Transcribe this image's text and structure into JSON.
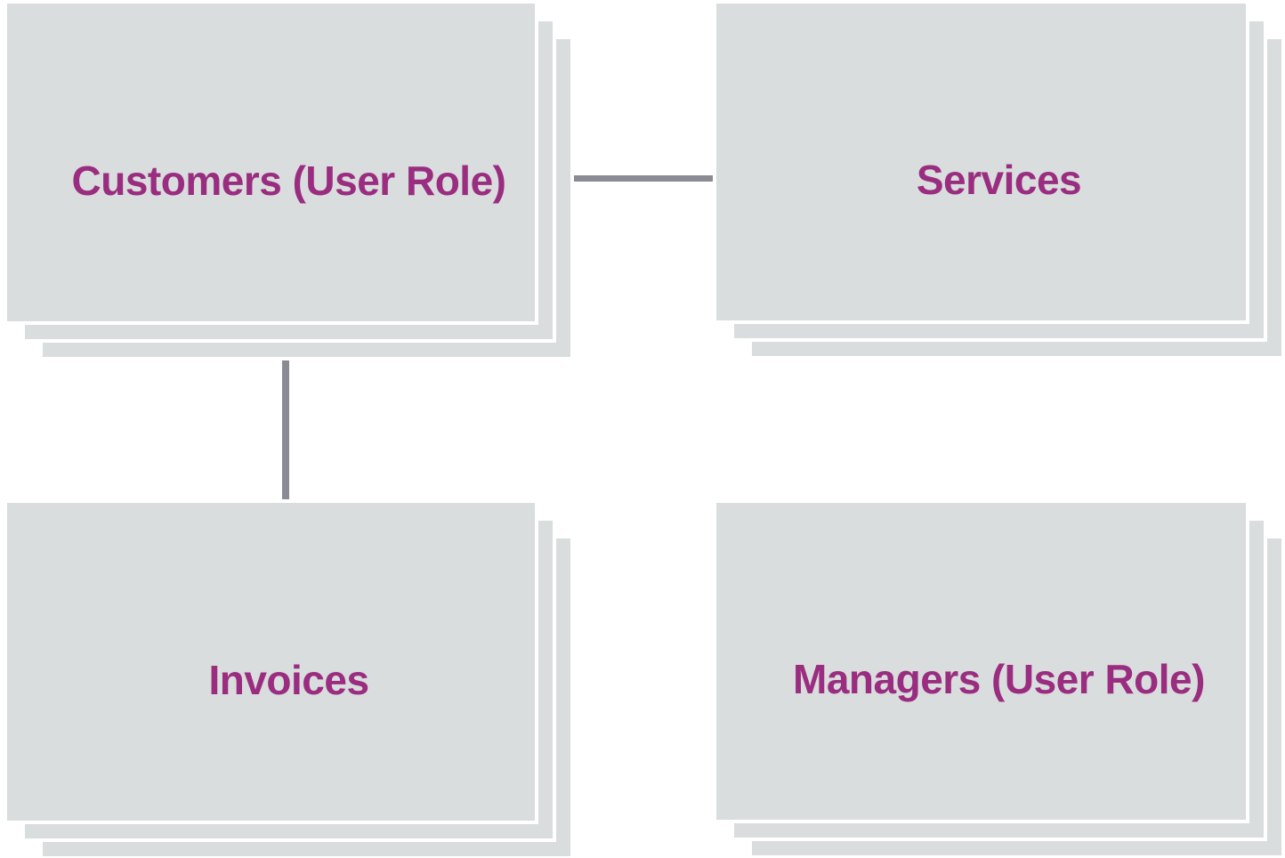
{
  "diagram": {
    "type": "entity-relationship",
    "nodes": [
      {
        "id": "customers",
        "label": "Customers (User Role)",
        "shape": "stacked-cards",
        "stack_depth": 3
      },
      {
        "id": "services",
        "label": "Services",
        "shape": "stacked-cards",
        "stack_depth": 3
      },
      {
        "id": "invoices",
        "label": "Invoices",
        "shape": "stacked-cards",
        "stack_depth": 3
      },
      {
        "id": "managers",
        "label": "Managers (User Role)",
        "shape": "stacked-cards",
        "stack_depth": 3
      }
    ],
    "connectors": [
      {
        "from": "customers",
        "to": "services",
        "orientation": "horizontal"
      },
      {
        "from": "customers",
        "to": "invoices",
        "orientation": "vertical"
      }
    ],
    "colors": {
      "background": "#ffffff",
      "card_fill": "#d9dddd",
      "card_gap": "#ffffff",
      "label": "#9a2d80",
      "connector": "#8b8b93"
    }
  }
}
